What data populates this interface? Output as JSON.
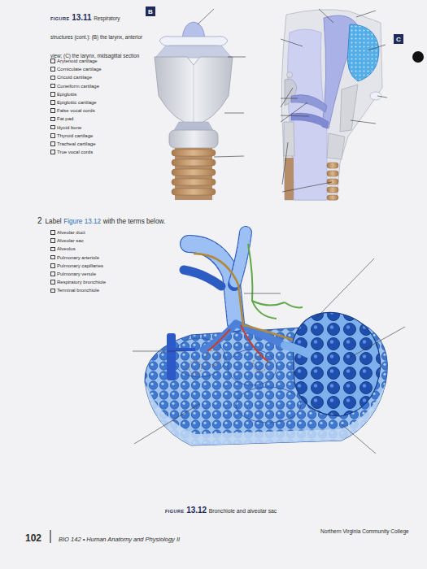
{
  "diagram": {
    "nodes": [
      {
        "text": [
          "B"
        ]
      },
      {
        "text": [
          "C"
        ]
      }
    ],
    "labels": [
      "FIGURE",
      "13.11",
      "Respiratory structures (cont.): (B) the larynx, anterior view; (C) the larynx, midsagittal section",
      "Arytenoid cartilage",
      "Corniculate cartilage",
      "Cricoid cartilage",
      "Cuneiform cartilage",
      "Epiglottis",
      "Epiglottic cartilage",
      "False vocal cords",
      "Fat pad",
      "Hyoid bone",
      "Thyroid cartilage",
      "Tracheal cartilage",
      "True vocal cords",
      "2",
      "Label",
      "Figure 13.12",
      "with the terms below.",
      "Alveolar duct",
      "Alveolar sac",
      "Alveolus",
      "Pulmonary arteriole",
      "Pulmonary capillaries",
      "Pulmonary venule",
      "Respiratory bronchiole",
      "Terminal bronchiole",
      "FIGURE",
      "13.12",
      "Bronchiole and alveolar sac",
      "102",
      "BIO 142 • Human Anatomy and Physiology II",
      "Northern Virginia Community College"
    ]
  }
}
